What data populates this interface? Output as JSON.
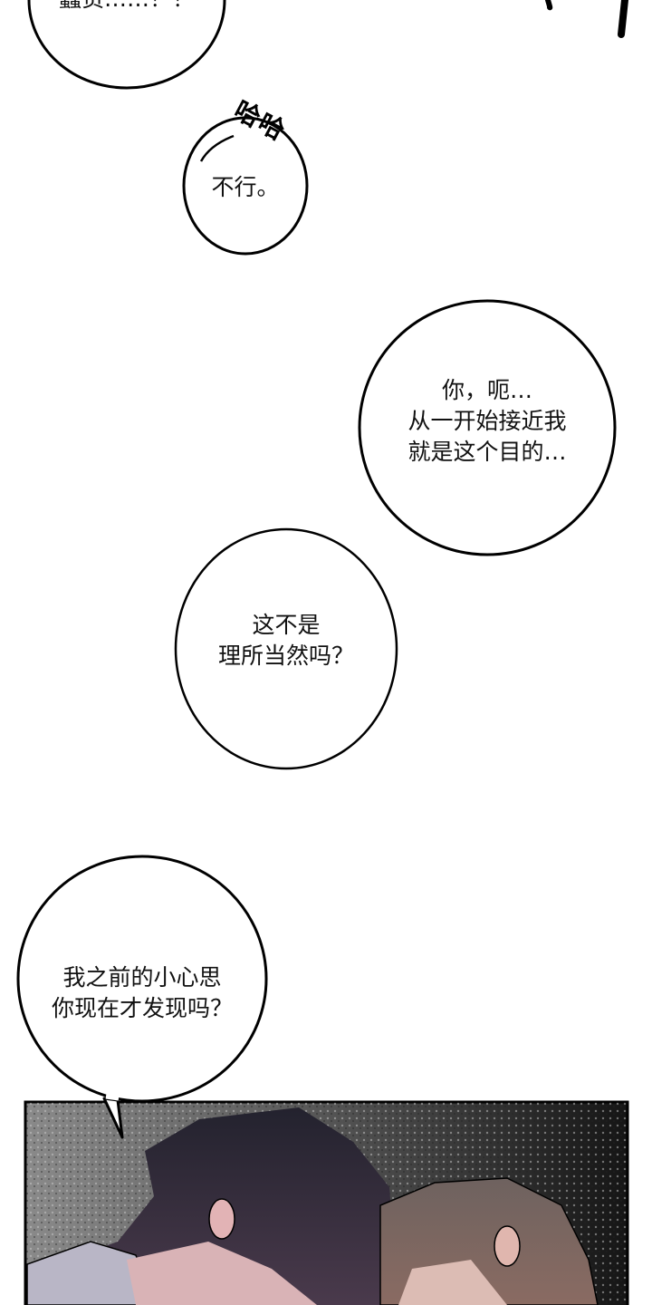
{
  "bubbles": [
    {
      "id": "bubble-1",
      "lines": [
        "蠢货……！！"
      ]
    },
    {
      "id": "bubble-2",
      "lines": [
        "不行。"
      ]
    },
    {
      "id": "bubble-3",
      "lines": [
        "你，呃…",
        "从一开始接近我",
        "就是这个目的…"
      ]
    },
    {
      "id": "bubble-4",
      "lines": [
        "这不是",
        "理所当然吗？"
      ]
    },
    {
      "id": "bubble-5",
      "lines": [
        "我之前的小心思",
        "你现在才发现吗？"
      ]
    }
  ],
  "sfx": {
    "laugh": "哈哈"
  },
  "colors": {
    "ink": "#000000",
    "hair_dark": "#2c2a3c",
    "hair_light": "#7a6560",
    "skin": "#d9b3b6"
  }
}
